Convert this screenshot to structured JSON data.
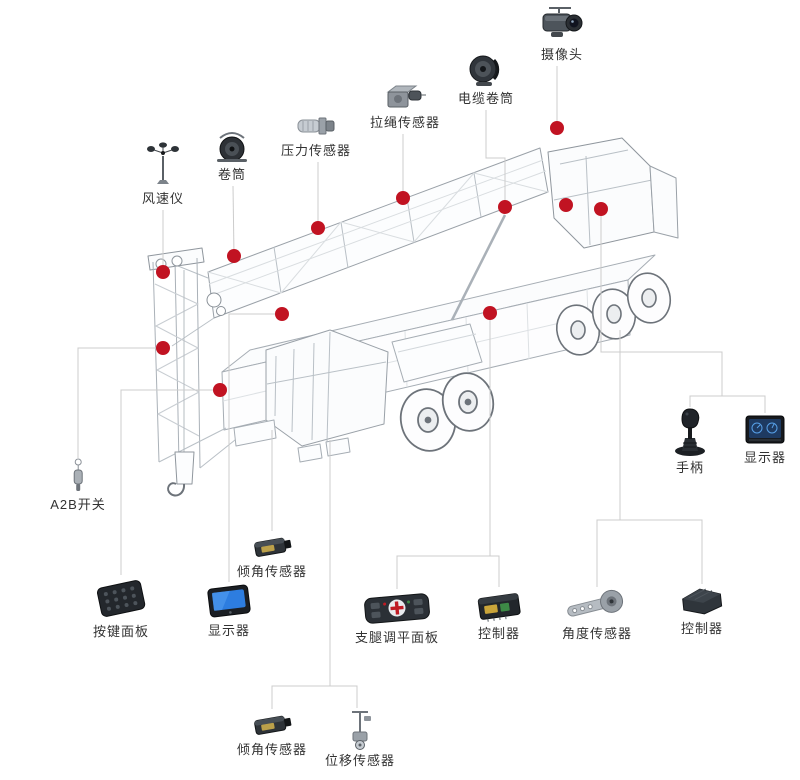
{
  "diagram": {
    "description": "Mobile crane sensor placement diagram",
    "colors": {
      "marker_dot": "#c11322",
      "connector_line": "#cccccc",
      "label_text": "#333333",
      "wireframe": "#9aa1a8"
    }
  },
  "labels": {
    "camera": "摄像头",
    "cable_reel": "电缆卷筒",
    "rope_sensor": "拉绳传感器",
    "pressure_sensor": "压力传感器",
    "reel": "卷筒",
    "anemometer": "风速仪",
    "a2b_switch": "A2B开关",
    "tilt_sensor_upper": "倾角传感器",
    "keypad_panel": "按键面板",
    "display_left": "显示器",
    "outrigger_panel": "支腿调平面板",
    "controller_mid": "控制器",
    "angle_sensor": "角度传感器",
    "controller_right": "控制器",
    "joystick": "手柄",
    "display_right": "显示器",
    "tilt_sensor_bottom": "倾角传感器",
    "displacement_sensor": "位移传感器"
  }
}
